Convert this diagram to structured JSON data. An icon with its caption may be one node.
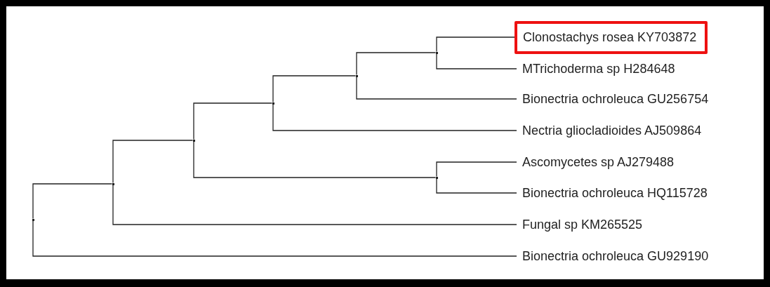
{
  "diagram": {
    "nodes": [
      {
        "text": [
          "Clonostachys rosea KY703872"
        ]
      },
      {
        "text": [
          "MTrichoderma sp H284648"
        ]
      },
      {
        "text": [
          "Bionectria ochroleuca GU256754"
        ]
      },
      {
        "text": [
          "Nectria gliocladioides AJ509864"
        ]
      },
      {
        "text": [
          "Ascomycetes sp AJ279488"
        ]
      },
      {
        "text": [
          "Bionectria ochroleuca HQ115728"
        ]
      },
      {
        "text": [
          "Fungal sp KM265525"
        ]
      },
      {
        "text": [
          "Bionectria ochroleuca GU929190"
        ]
      },
      {
        "text": [],
        "shape": "point"
      },
      {
        "text": [],
        "shape": "point"
      },
      {
        "text": [],
        "shape": "point"
      },
      {
        "text": [],
        "shape": "point"
      },
      {
        "text": [],
        "shape": "point"
      },
      {
        "text": [],
        "shape": "point"
      },
      {
        "text": [],
        "shape": "point"
      }
    ],
    "edges": [
      {
        "from": 8,
        "to": 0,
        "arrow": "none"
      },
      {
        "from": 8,
        "to": 1,
        "arrow": "none"
      },
      {
        "from": 9,
        "to": 8,
        "arrow": "none"
      },
      {
        "from": 9,
        "to": 2,
        "arrow": "none"
      },
      {
        "from": 10,
        "to": 9,
        "arrow": "none"
      },
      {
        "from": 10,
        "to": 3,
        "arrow": "none"
      },
      {
        "from": 11,
        "to": 4,
        "arrow": "none"
      },
      {
        "from": 11,
        "to": 5,
        "arrow": "none"
      },
      {
        "from": 12,
        "to": 10,
        "arrow": "none"
      },
      {
        "from": 12,
        "to": 11,
        "arrow": "none"
      },
      {
        "from": 13,
        "to": 12,
        "arrow": "none"
      },
      {
        "from": 13,
        "to": 6,
        "arrow": "none"
      },
      {
        "from": 14,
        "to": 13,
        "arrow": "none"
      },
      {
        "from": 14,
        "to": 7,
        "arrow": "none"
      }
    ]
  }
}
